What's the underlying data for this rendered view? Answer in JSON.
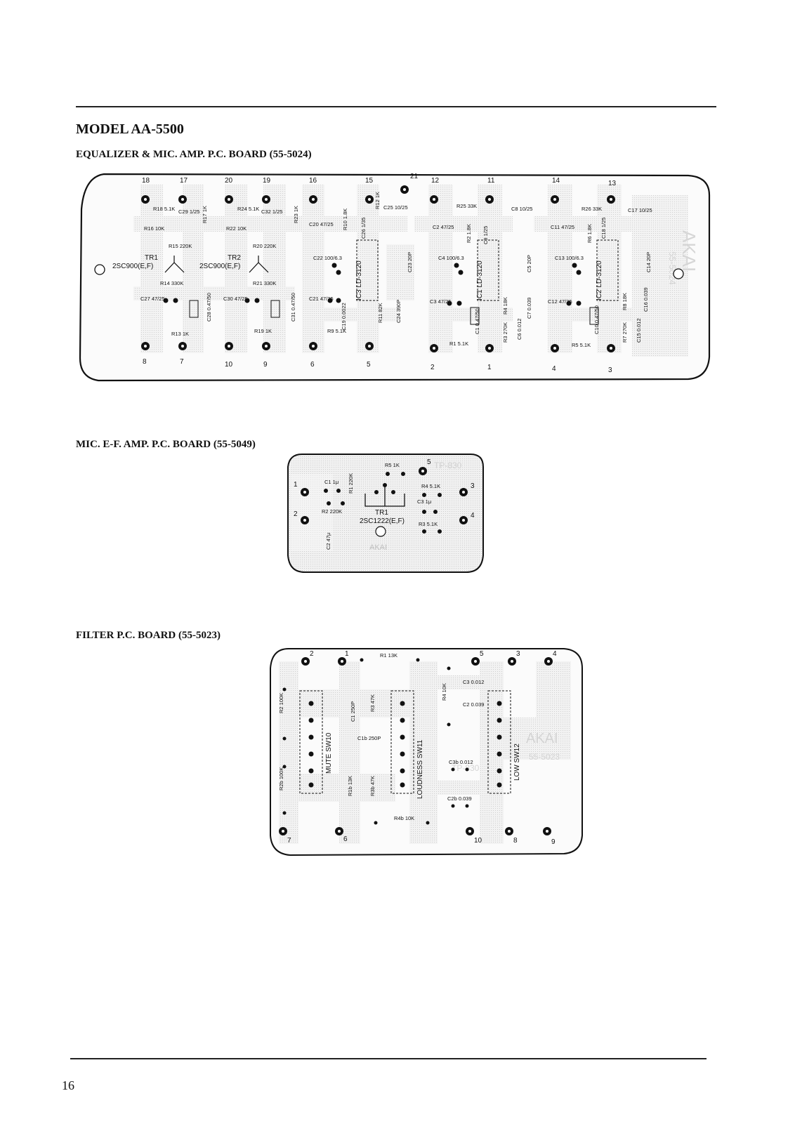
{
  "page": {
    "model": "MODEL AA-5500",
    "page_number": "16"
  },
  "eq_board": {
    "title": "EQUALIZER & MIC. AMP. P.C. BOARD (55-5024)",
    "silk": [
      "AKAI",
      "55-5024"
    ],
    "pins_top": [
      "18",
      "17",
      "20",
      "19",
      "16",
      "15",
      "21",
      "12",
      "11",
      "14",
      "13"
    ],
    "pins_bottom": [
      "8",
      "7",
      "10",
      "9",
      "6",
      "5",
      "2",
      "1",
      "4",
      "3"
    ],
    "transistors": [
      {
        "name": "TR1",
        "part": "2SC900(E,F)"
      },
      {
        "name": "TR2",
        "part": "2SC900(E,F)"
      }
    ],
    "ics": [
      "IC3 LD-3120",
      "IC1 LD-3120",
      "IC2 LD-3120"
    ],
    "components": [
      "R18 5.1K",
      "C29 1/25",
      "R17 1K",
      "R16 10K",
      "R15 220K",
      "R14 330K",
      "C27 47/25",
      "C28 0.47/50",
      "R13 1K",
      "R24 5.1K",
      "C32 1/25",
      "R23 1K",
      "R22 10K",
      "R20 220K",
      "R21 330K",
      "C30 47/25",
      "C31 0.47/50",
      "R19 1K",
      "C20 47/25",
      "R10 1.8K",
      "R12 1K",
      "C25 10/25",
      "C26 1/35",
      "C22 100/6.3",
      "C21 47/25",
      "C19 0.0022",
      "R11 82K",
      "C24 390P",
      "C23 20P",
      "R9 5.1K",
      "R25 33K",
      "C8 10/25",
      "C2 47/25",
      "R2 1.8K",
      "C9 1/25",
      "C4 100/6.3",
      "C5 20P",
      "C3 47/25",
      "C1 0.47/50",
      "R4 18K",
      "R3 270K",
      "C6 0.012",
      "C7 0.039",
      "R1 5.1K",
      "R26 33K",
      "C17 10/25",
      "C11 47/25",
      "R6 1.8K",
      "C18 1/25",
      "C13 100/6.3",
      "C14 20P",
      "C12 47/25",
      "C10 0.47/50",
      "R8 18K",
      "R7 270K",
      "C15 0.012",
      "C16 0.039",
      "R5 5.1K"
    ]
  },
  "mic_board": {
    "title": "MIC. E-F. AMP. P.C. BOARD (55-5049)",
    "silk": [
      "TP-830",
      "AKAI"
    ],
    "pins": [
      "1",
      "2",
      "3",
      "4",
      "5"
    ],
    "transistor": {
      "name": "TR1",
      "part": "2SC1222(E,F)"
    },
    "components": [
      "R5 1K",
      "C1 1μ",
      "R1 220K",
      "R4 5.1K",
      "C3 1μ",
      "R2 220K",
      "R3 5.1K",
      "C2 47μ"
    ]
  },
  "filter_board": {
    "title": "FILTER P.C. BOARD (55-5023)",
    "silk": [
      "AKAI",
      "TP-830",
      "55-5023"
    ],
    "pins_top": [
      "2",
      "1",
      "5",
      "3",
      "4"
    ],
    "pins_bottom": [
      "7",
      "6",
      "10",
      "8",
      "9"
    ],
    "switches": [
      "MUTE SW10",
      "LOUDNESS SW11",
      "LOW SW12"
    ],
    "components": [
      "R1 13K",
      "R2 100K",
      "C1 250P",
      "R3 47K",
      "R4 10K",
      "C3 0.012",
      "C2 0.039",
      "C1b 250P",
      "R2b 100K",
      "R1b 13K",
      "R3b 47K",
      "C3b 0.012",
      "C2b 0.039",
      "R4b 10K"
    ]
  }
}
